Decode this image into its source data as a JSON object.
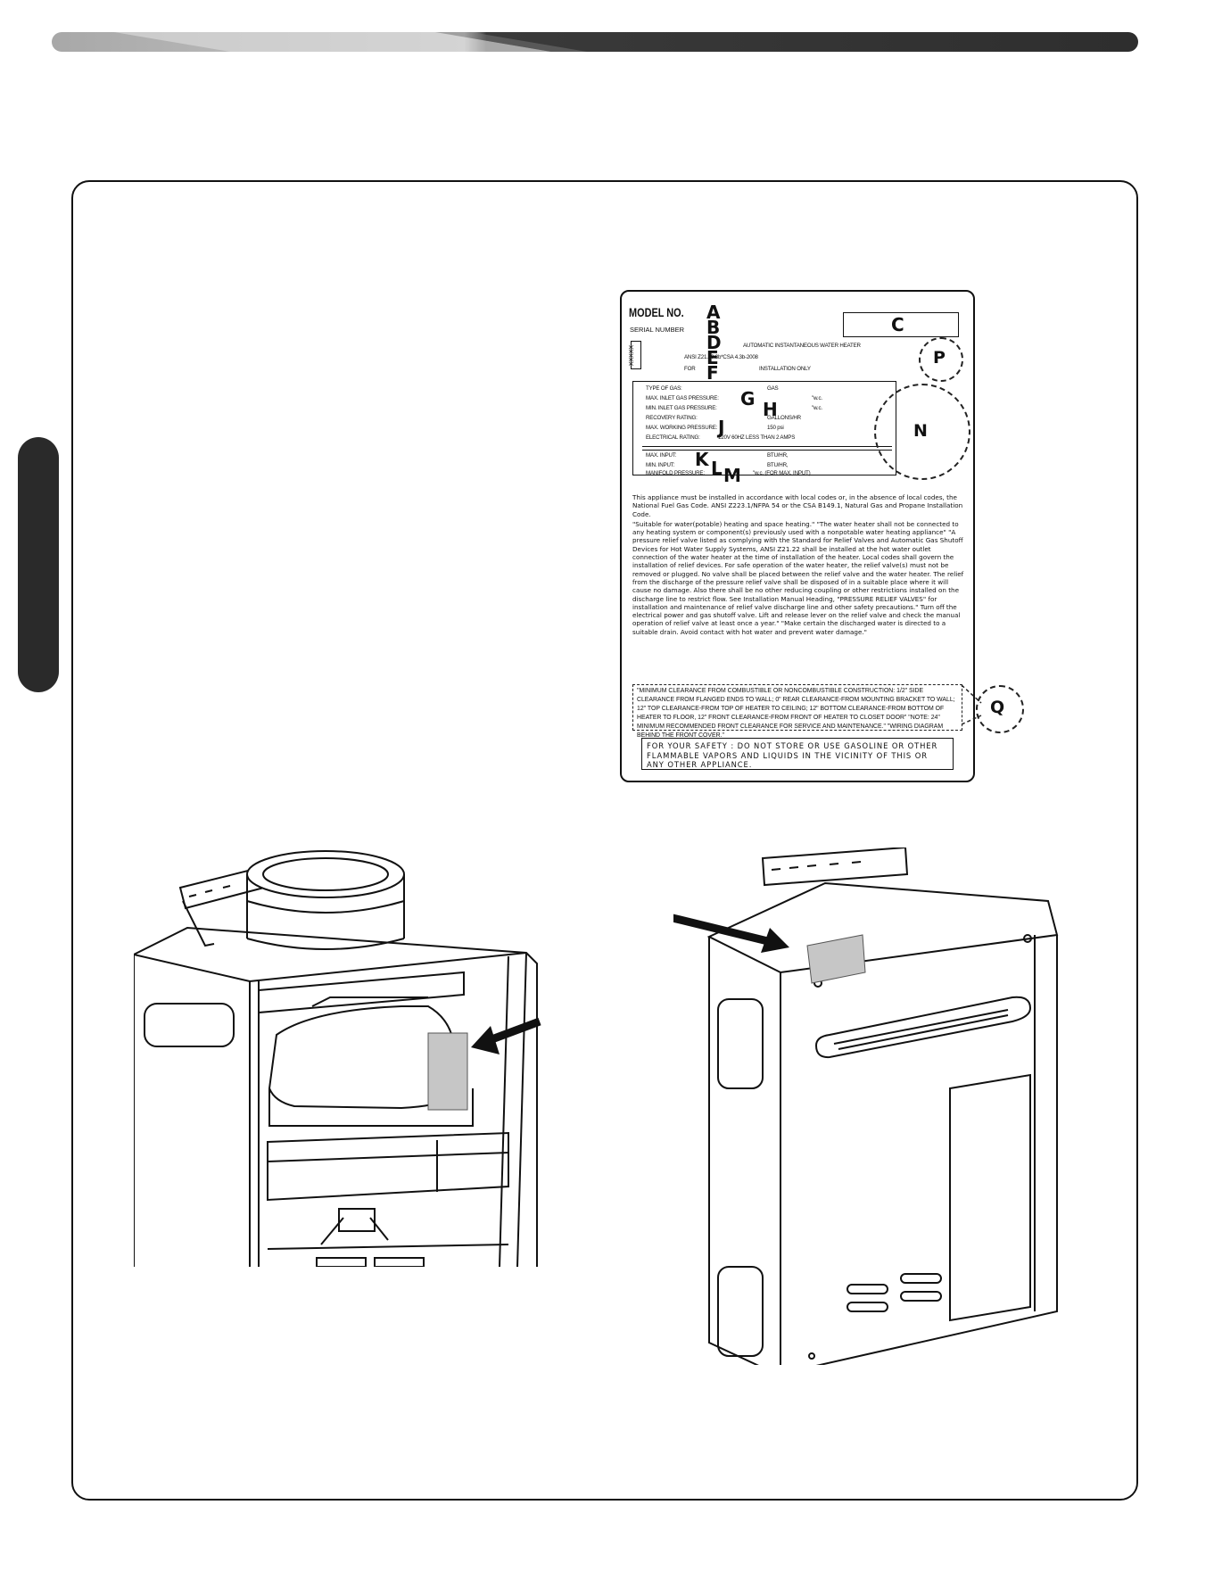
{
  "plate": {
    "model_no": "MODEL NO.",
    "serial_number": "SERIAL NUMBER",
    "xxxxx": "XXXXX",
    "heater_type": "AUTOMATIC INSTANTANEOUS WATER HEATER",
    "standard": "ANSI Z21.10.3b*CSA 4.3b-2008",
    "for": "FOR",
    "installation_only": "INSTALLATION ONLY",
    "type_of_gas": "TYPE OF GAS:",
    "gas": "GAS",
    "max_inlet": "MAX. INLET GAS PRESSURE:",
    "min_inlet": "MIN. INLET GAS PRESSURE:",
    "wc": "\"w.c.",
    "recovery_rating": "RECOVERY RATING:",
    "gallons_hr": "GALLONS/HR",
    "max_working": "MAX. WORKING PRESSURE:",
    "psi": "150 psi",
    "electrical_rating": "ELECTRICAL RATING:",
    "electrical_value": "120V 60HZ LESS THAN 2 AMPS",
    "max_input": "MAX. INPUT:",
    "min_input": "MIN. INPUT:",
    "btu_hr": "BTU/HR,",
    "manifold_pressure": "MANIFOLD PRESSURE:",
    "manifold_value": "\"w.c. (FOR MAX. INPUT)",
    "paragraph1": "This appliance must be installed in accordance with local codes or, in the absence of local codes, the National Fuel Gas Code. ANSI Z223.1/NFPA 54 or the CSA B149.1, Natural Gas and Propane Installation Code.",
    "paragraph2": "\"Suitable for water(potable) heating and space heating.\" \"The water heater shall not be connected to any heating system or component(s) previously used with a nonpotable water heating appliance\" \"A pressure relief valve listed as complying with the Standard for Relief Valves and Automatic Gas Shutoff Devices for Hot Water Supply Systems, ANSI Z21.22 shall be installed at the hot water outlet connection of the water heater at the time of installation of the heater. Local codes shall govern the installation of relief devices. For safe operation of the water heater, the relief valve(s) must not be removed or plugged. No valve shall be placed between the relief valve and the water heater. The relief from the discharge of the pressure relief valve shall be disposed of in a suitable place where it will cause no damage. Also there shall be no other reducing coupling or other restrictions installed on the discharge line to restrict flow. See Installation Manual Heading, \"PRESSURE RELIEF VALVES\" for installation and maintenance of relief valve discharge line and other safety precautions.\" Turn off the electrical power and gas shutoff valve. Lift and release lever on the relief valve and check the manual operation of relief valve at least once a year.\" \"Make certain the discharged water is directed to a suitable drain. Avoid contact with hot water and prevent water damage.\"",
    "clearance": "\"MINIMUM CLEARANCE FROM COMBUSTIBLE OR NONCOMBUSTIBLE CONSTRUCTION: 1/2\" SIDE CLEARANCE FROM FLANGED ENDS TO WALL; 0\" REAR CLEARANCE-FROM MOUNTING BRACKET TO WALL; 12\" TOP CLEARANCE-FROM TOP OF HEATER TO CEILING; 12\" BOTTOM CLEARANCE-FROM BOTTOM OF HEATER TO FLOOR, 12\" FRONT CLEARANCE-FROM FRONT OF HEATER TO CLOSET DOOR\" \"NOTE: 24\" MINIMUM RECOMMENDED FRONT CLEARANCE FOR SERVICE AND MAINTENANCE.\" \"WIRING DIAGRAM BEHIND THE FRONT COVER.\"",
    "safety": "FOR YOUR SAFETY : DO NOT STORE OR USE GASOLINE OR OTHER FLAMMABLE VAPORS AND LIQUIDS IN THE VICINITY OF THIS OR ANY OTHER APPLIANCE."
  },
  "letters": {
    "a": "A",
    "b": "B",
    "c": "C",
    "d": "D",
    "e": "E",
    "f": "F",
    "g": "G",
    "h": "H",
    "j": "J",
    "k": "K",
    "l": "L",
    "m": "M",
    "n": "N",
    "p": "P",
    "q": "Q"
  }
}
